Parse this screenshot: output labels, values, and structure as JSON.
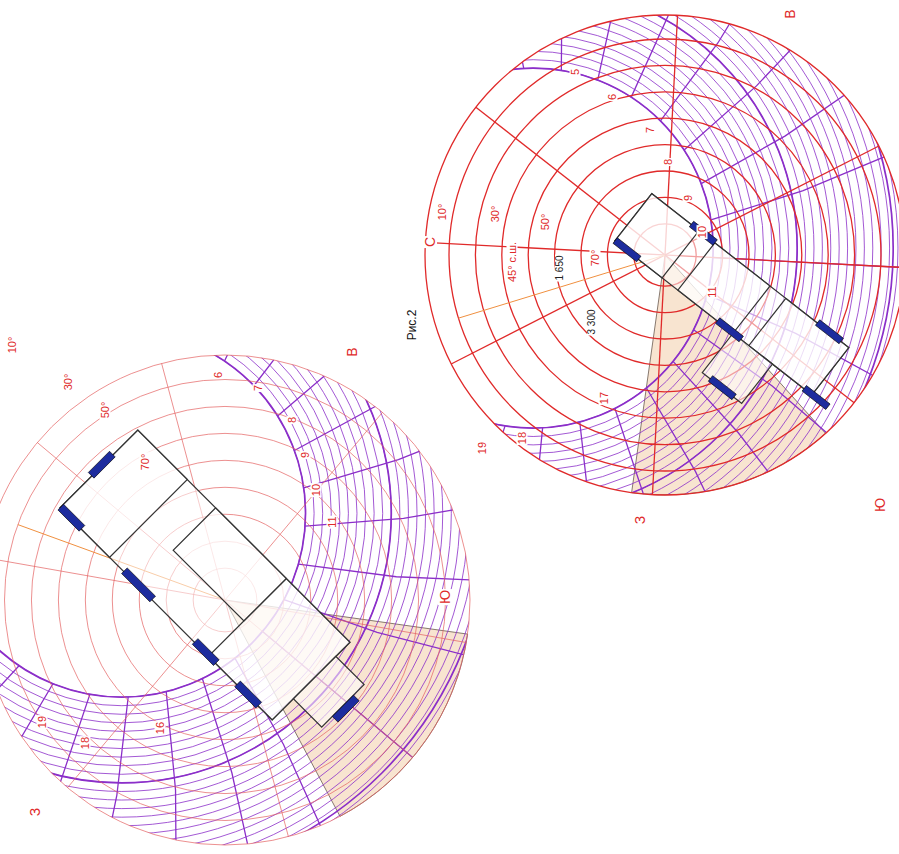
{
  "diagram": {
    "caption": "Рис.2",
    "labels": [
      "С",
      "В",
      "Ю",
      "З",
      "10°",
      "30°",
      "45° с.ш.",
      "50°",
      "70°",
      "5",
      "6",
      "7",
      "8",
      "9",
      "10",
      "11",
      "17",
      "18",
      "19",
      "1 650",
      "3 300",
      "В",
      "Ю",
      "З",
      "10°",
      "30°",
      "50°",
      "70°",
      "6",
      "7",
      "8",
      "9",
      "10",
      "11",
      "16",
      "18",
      "19"
    ]
  }
}
